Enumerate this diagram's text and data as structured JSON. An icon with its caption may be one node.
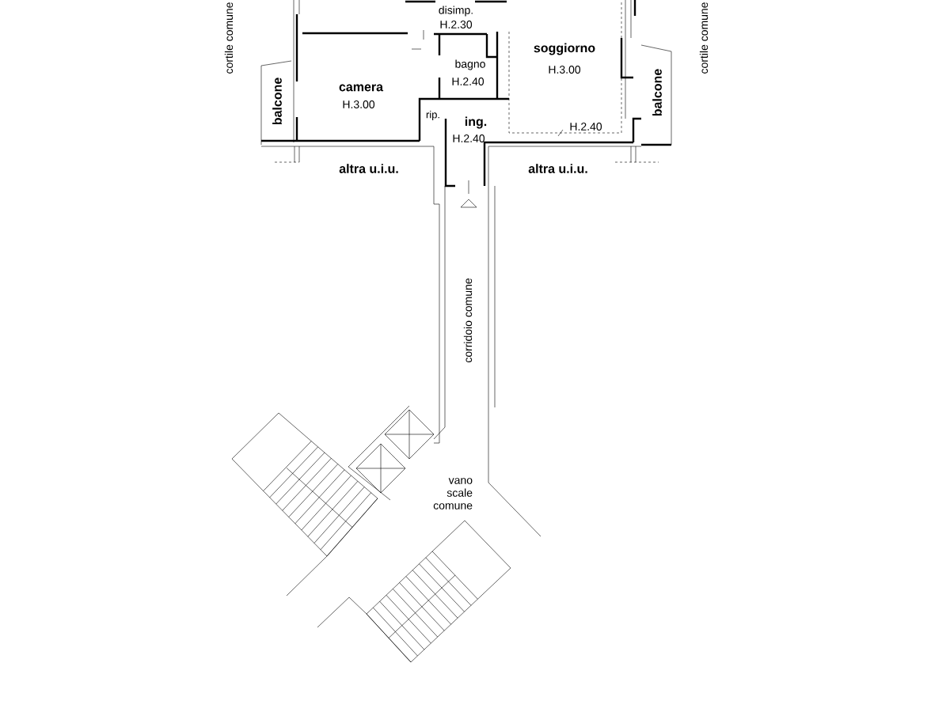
{
  "diagram": {
    "labels": [
      "cortile comune",
      "disimp.",
      "H.2.30",
      "cortile comune",
      "soggiorno",
      "H.3.00",
      "bagno",
      "H.2.40",
      "balcone",
      "camera",
      "H.3.00",
      "balcone",
      "rip.",
      "ing.",
      "H.2.40",
      "H.2.40",
      "altra u.i.u.",
      "altra u.i.u.",
      "corridoio comune",
      "vano scale comune"
    ]
  }
}
